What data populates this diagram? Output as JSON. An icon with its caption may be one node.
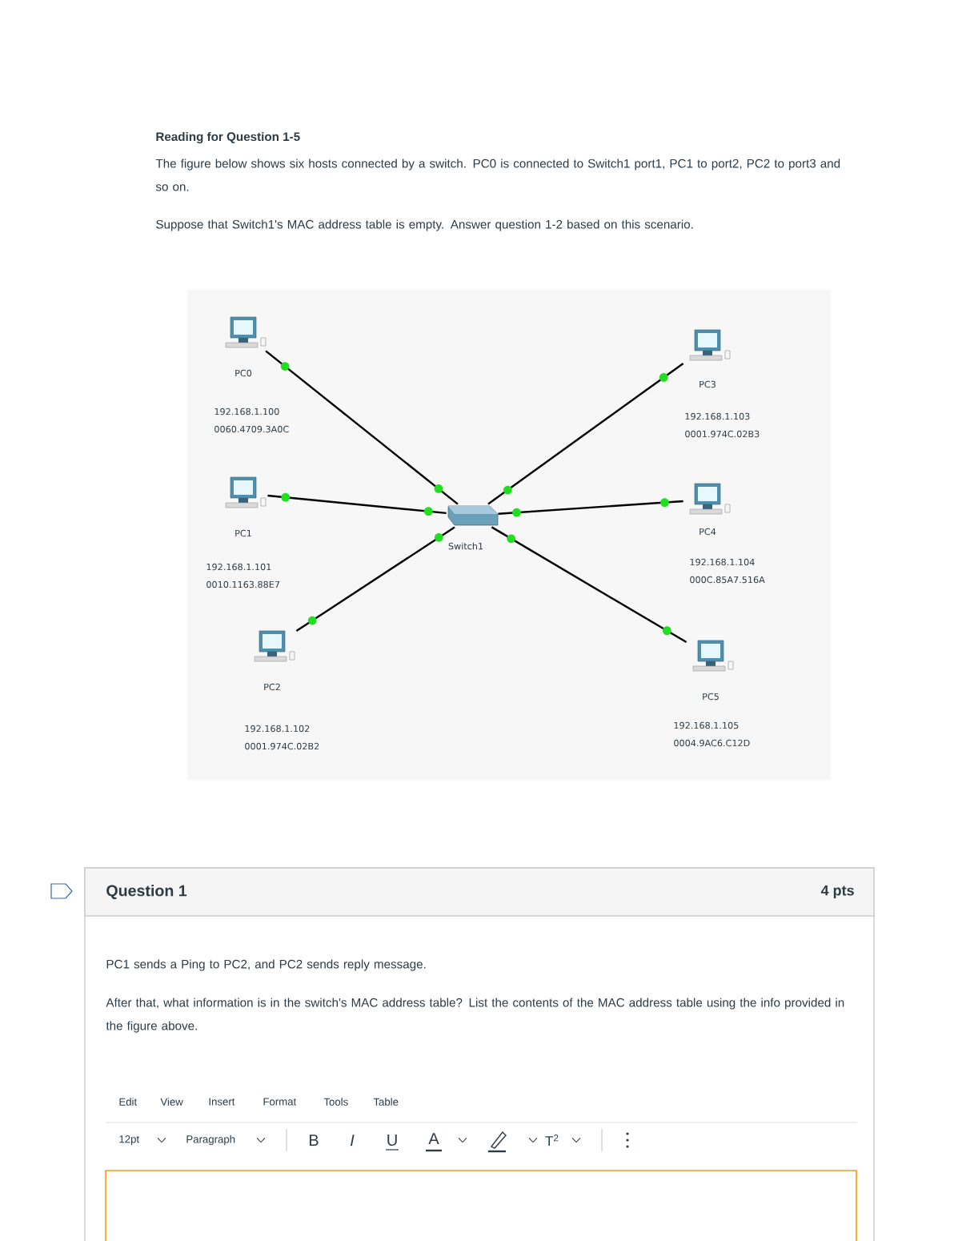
{
  "diagram": {
    "nodes": [
      {
        "text": [
          "PC0"
        ],
        "beside": [
          "192.168.1.100",
          "0060.4709.3A0C"
        ]
      },
      {
        "text": [
          "PC1"
        ],
        "beside": [
          "192.168.1.101",
          "0010.1163.88E7"
        ]
      },
      {
        "text": [
          "PC2"
        ],
        "beside": [
          "192.168.1.102",
          "0001.974C.02B2"
        ]
      },
      {
        "text": [
          "PC3"
        ],
        "beside": [
          "192.168.1.103",
          "0001.974C.02B3"
        ]
      },
      {
        "text": [
          "PC4"
        ],
        "beside": [
          "192.168.1.104",
          "000C.85A7.516A"
        ]
      },
      {
        "text": [
          "PC5"
        ],
        "beside": [
          "192.168.1.105",
          "0004.9AC6.C12D"
        ]
      },
      {
        "text": [
          "Switch1"
        ]
      }
    ],
    "edges": [
      {
        "from": 0,
        "to": 6,
        "arrow": "none"
      },
      {
        "from": 1,
        "to": 6,
        "arrow": "none"
      },
      {
        "from": 2,
        "to": 6,
        "arrow": "none"
      },
      {
        "from": 3,
        "to": 6,
        "arrow": "none"
      },
      {
        "from": 4,
        "to": 6,
        "arrow": "none"
      },
      {
        "from": 5,
        "to": 6,
        "arrow": "none"
      }
    ],
    "labels": [
      "Reading for Question 1-5",
      "The figure below shows six hosts connected by a switch. PC0 is connected to Switch1 port1, PC1 to port2, PC2 to port3 and so on.",
      "Suppose that Switch1's MAC address table is empty. Answer question 1-2 based on this scenario.",
      "Question 1",
      "4 pts",
      "PC1 sends a Ping to PC2, and PC2 sends reply message.",
      "After that, what information is in the switch's MAC address table? List the contents of the MAC address table using the info provided in the figure above.",
      "Edit",
      "View",
      "Insert",
      "Format",
      "Tools",
      "Table",
      "12pt",
      "Paragraph",
      "B",
      "I",
      "U",
      "A",
      "T$^{2}$"
    ]
  }
}
